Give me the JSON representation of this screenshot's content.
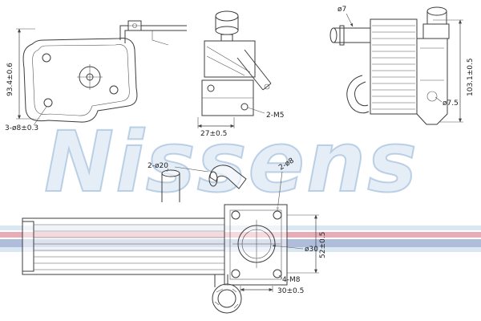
{
  "watermark": {
    "brand": "Nissens"
  },
  "views": {
    "bracket": {
      "dim_height": "93.4±0.6",
      "dim_holes": "3-ø8±0.3"
    },
    "valve": {
      "dim_width": "27±0.5",
      "dim_thread": "2-M5"
    },
    "cooler_side": {
      "dim_pipe": "ø7",
      "dim_height": "103.1±0.5",
      "dim_pipe_small": "ø7.5"
    },
    "cooler_front": {
      "dim_ports": "2-ø20",
      "dim_holes": "2-ø8",
      "dim_bore": "ø30",
      "dim_height": "52±0.5",
      "dim_thread": "4-M8",
      "dim_depth": "30±0.5"
    }
  }
}
